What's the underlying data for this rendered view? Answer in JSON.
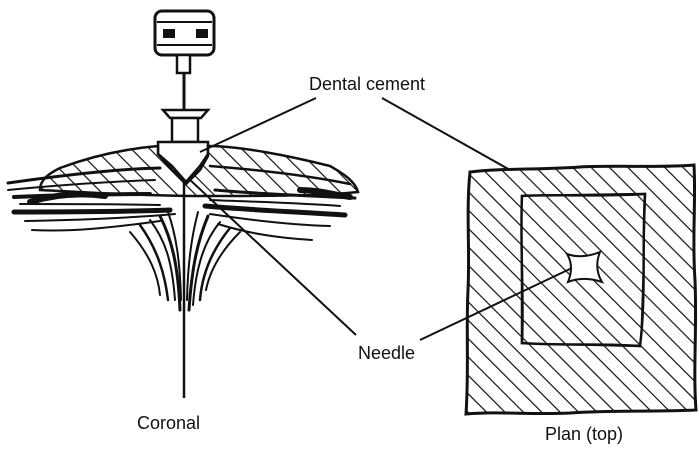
{
  "labels": {
    "dental_cement": "Dental cement",
    "needle": "Needle",
    "coronal": "Coronal",
    "plan": "Plan (top)"
  },
  "colors": {
    "ink": "#111111",
    "background": "#ffffff"
  }
}
